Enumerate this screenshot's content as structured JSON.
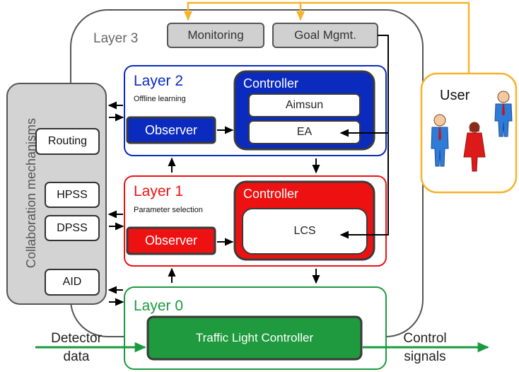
{
  "layer3": {
    "label": "Layer 3",
    "monitoring": "Monitoring",
    "goal_mgmt": "Goal Mgmt."
  },
  "collaboration": {
    "title": "Collaboration mechanisms",
    "items": [
      "Routing",
      "HPSS",
      "DPSS",
      "AID"
    ]
  },
  "layer2": {
    "title": "Layer 2",
    "subtitle": "Offline learning",
    "observer": "Observer",
    "controller": "Controller",
    "modules": [
      "Aimsun",
      "EA"
    ]
  },
  "layer1": {
    "title": "Layer 1",
    "subtitle": "Parameter selection",
    "observer": "Observer",
    "controller": "Controller",
    "module": "LCS"
  },
  "layer0": {
    "title": "Layer 0",
    "tlc": "Traffic Light Controller"
  },
  "user": {
    "label": "User"
  },
  "io": {
    "input_line1": "Detector",
    "input_line2": "data",
    "output_line1": "Control",
    "output_line2": "signals"
  },
  "colors": {
    "layer2_blue": "#0b2bbf",
    "layer1_red": "#ee1111",
    "layer0_green": "#1a9a3e",
    "tlc_green": "#1f9a3e",
    "user_orange": "#f7b32b",
    "gray_fill": "#d0d0d0",
    "gray_stroke": "#5a5a5a"
  }
}
